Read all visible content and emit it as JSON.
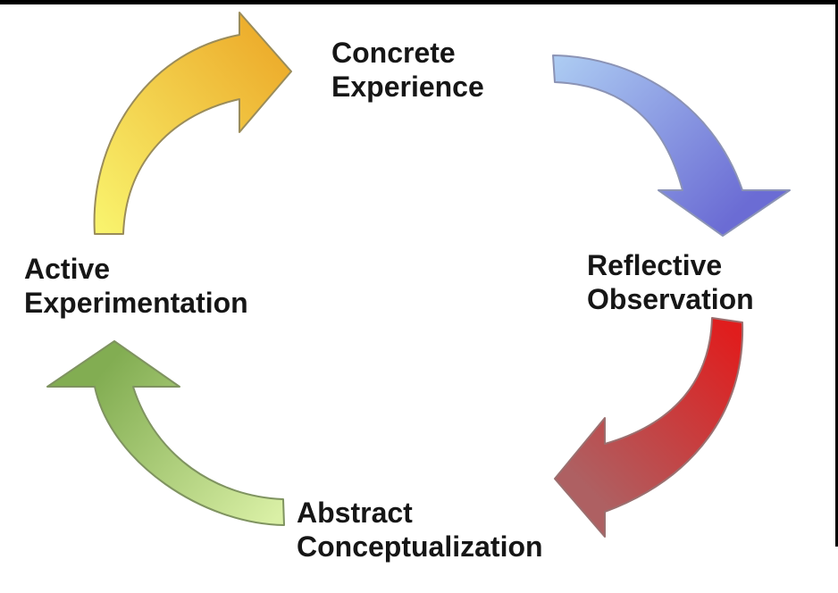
{
  "diagram": {
    "background": "#ffffff",
    "frame_color": "#000000",
    "text_color": "#161616",
    "stages": [
      {
        "id": "concrete-experience",
        "line1": "Concrete",
        "line2": "Experience"
      },
      {
        "id": "reflective-observation",
        "line1": "Reflective",
        "line2": "Observation"
      },
      {
        "id": "abstract-conceptualization",
        "line1": "Abstract",
        "line2": "Conceptualization"
      },
      {
        "id": "active-experimentation",
        "line1": "Active",
        "line2": "Experimentation"
      }
    ],
    "arrows": {
      "yellow": {
        "from": "active-experimentation",
        "to": "concrete-experience",
        "from_color": "#f9f46e",
        "to_color": "#edaf2e",
        "stroke": "#9a8c5a"
      },
      "blue": {
        "from": "concrete-experience",
        "to": "reflective-observation",
        "from_color": "#accbf2",
        "to_color": "#6b6cd4",
        "stroke": "#8b93b5"
      },
      "red": {
        "from": "reflective-observation",
        "to": "abstract-conceptualization",
        "from_color": "#e01d1d",
        "to_color": "#ae6062",
        "stroke": "#9b6f6f"
      },
      "green": {
        "from": "abstract-conceptualization",
        "to": "active-experimentation",
        "from_color": "#daf0a6",
        "to_color": "#82ad52",
        "stroke": "#7f9360"
      }
    }
  }
}
